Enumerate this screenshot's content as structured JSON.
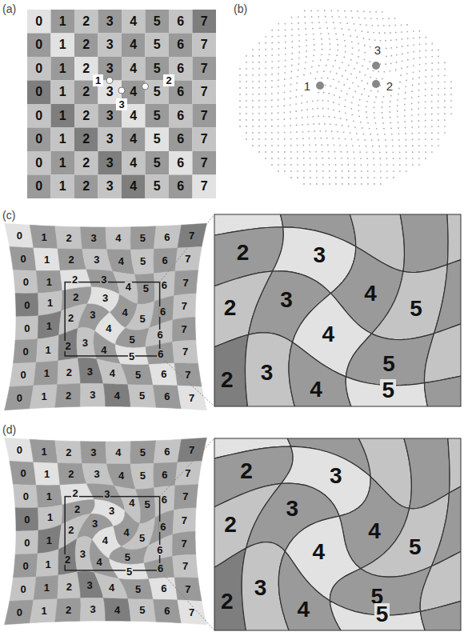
{
  "diagram": {
    "labels": [
      "(a)",
      "0",
      "1",
      "2",
      "3",
      "4",
      "5",
      "6",
      "7",
      "0",
      "1",
      "2",
      "3",
      "4",
      "5",
      "6",
      "7",
      "0",
      "1",
      "2",
      "3",
      "4",
      "5",
      "6",
      "7",
      "0",
      "1",
      "2",
      "3",
      "4",
      "5",
      "6",
      "7",
      "0",
      "1",
      "2",
      "3",
      "4",
      "5",
      "6",
      "7",
      "0",
      "1",
      "2",
      "3",
      "4",
      "5",
      "6",
      "7",
      "0",
      "1",
      "2",
      "3",
      "4",
      "5",
      "6",
      "7",
      "0",
      "1",
      "2",
      "3",
      "4",
      "5",
      "6",
      "7",
      "1",
      "2",
      "3",
      "(b)",
      "1",
      "2",
      "3",
      "(c)",
      "0",
      "1",
      "2",
      "3",
      "4",
      "5",
      "6",
      "7",
      "0",
      "1",
      "2",
      "3",
      "4",
      "5",
      "6",
      "7",
      "0",
      "1",
      "2",
      "3",
      "4",
      "5",
      "6",
      "7",
      "0",
      "1",
      "2",
      "3",
      "4",
      "5",
      "6",
      "7",
      "0",
      "1",
      "2",
      "3",
      "4",
      "5",
      "6",
      "7",
      "0",
      "1",
      "2",
      "3",
      "4",
      "5",
      "6",
      "7",
      "0",
      "1",
      "2",
      "3",
      "4",
      "5",
      "6",
      "7",
      "0",
      "1",
      "2",
      "3",
      "4",
      "5",
      "6",
      "7",
      "2",
      "3",
      "4",
      "5",
      "2",
      "3",
      "4",
      "5",
      "2",
      "3",
      "4",
      "5",
      "(d)",
      "0",
      "1",
      "2",
      "3",
      "4",
      "5",
      "6",
      "7",
      "0",
      "1",
      "2",
      "3",
      "4",
      "5",
      "6",
      "7",
      "0",
      "1",
      "2",
      "3",
      "4",
      "5",
      "6",
      "7",
      "0",
      "1",
      "2",
      "3",
      "4",
      "5",
      "6",
      "7",
      "0",
      "1",
      "2",
      "3",
      "4",
      "5",
      "6",
      "7",
      "0",
      "1",
      "2",
      "3",
      "4",
      "5",
      "6",
      "7",
      "0",
      "1",
      "2",
      "3",
      "4",
      "5",
      "6",
      "7",
      "0",
      "1",
      "2",
      "3",
      "4",
      "5",
      "6",
      "7",
      "2",
      "3",
      "4",
      "5",
      "2",
      "3",
      "4",
      "5",
      "2",
      "3",
      "4",
      "5"
    ]
  }
}
